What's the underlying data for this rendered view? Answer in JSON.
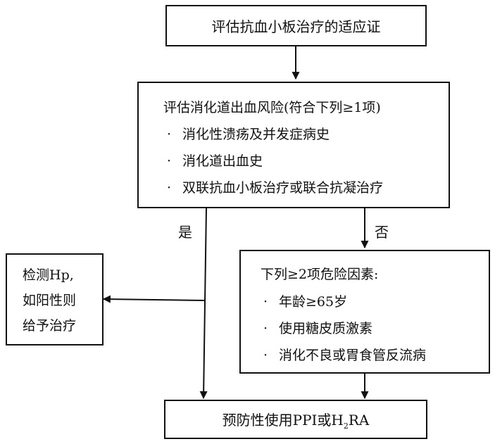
{
  "nodes": {
    "top": {
      "text": "评估抗血小板治疗的适应证"
    },
    "risk": {
      "title": "评估消化道出血风险(符合下列≥1项)",
      "items": [
        "消化性溃疡及并发症病史",
        "消化道出血史",
        "双联抗血小板治疗或联合抗凝治疗"
      ]
    },
    "factors": {
      "title": "下列≥2项危险因素:",
      "items": [
        "年龄≥65岁",
        "使用糖皮质激素",
        "消化不良或胃食管反流病"
      ]
    },
    "hp": {
      "lines": [
        "检测Hp,",
        "如阳性则",
        "给予治疗"
      ]
    },
    "bottom": {
      "prefix": "预防性使用PPI或H",
      "sub": "2",
      "suffix": "RA"
    }
  },
  "edges": {
    "yes_label": "是",
    "no_label": "否"
  },
  "bullet_char": "·",
  "colors": {
    "line": "#111111",
    "background": "#ffffff"
  }
}
